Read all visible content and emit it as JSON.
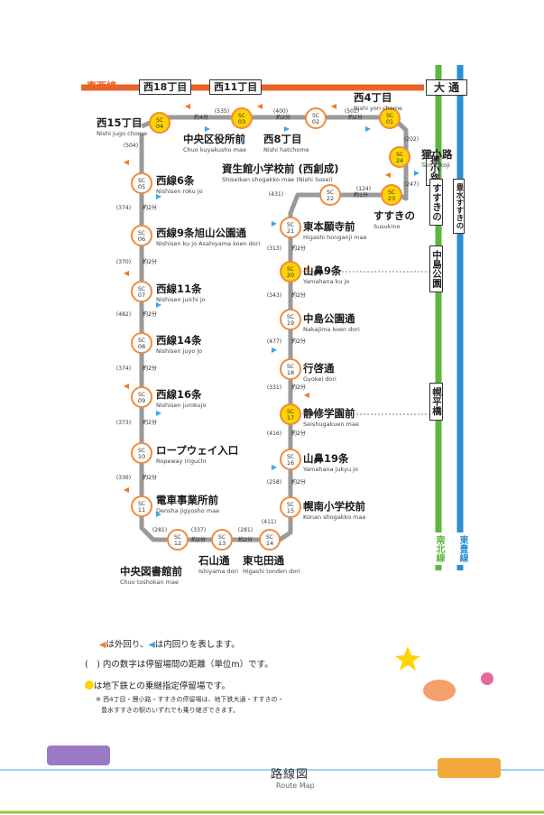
{
  "lines": {
    "tozai": "東西線",
    "odori": "大 通",
    "nanboku": "南北線",
    "toho": "東豊線",
    "nishi18": "西18丁目",
    "nishi11": "西11丁目",
    "tanukikoji_box": "狸小路",
    "susukino_v": "すすきの",
    "nakajima_v": "中島公園",
    "horohira_v": "幌平橋",
    "hosui_v": "豊水すすきの"
  },
  "stations": [
    {
      "code": "SC\n04",
      "jp": "西15丁目",
      "rm": "Nishi jugo chome",
      "transfer": true
    },
    {
      "code": "SC\n03",
      "jp": "中央区役所前",
      "rm": "Chuo kuyakusho mae",
      "transfer": true
    },
    {
      "code": "SC\n02",
      "jp": "西8丁目",
      "rm": "Nishi hatchome",
      "transfer": false
    },
    {
      "code": "SC\n01",
      "jp": "西4丁目",
      "rm": "Nishi yon chome",
      "transfer": true
    },
    {
      "code": "SC\n24",
      "jp": "狸小路",
      "rm": "Tanukikoji",
      "transfer": true
    },
    {
      "code": "SC\n23",
      "jp": "すすきの",
      "rm": "Susukino",
      "transfer": true
    },
    {
      "code": "SC\n22",
      "jp": "資生館小学校前 (西創成)",
      "rm": "Shiseikan shogakko mae (Nishi Sosei)",
      "transfer": false
    },
    {
      "code": "SC\n21",
      "jp": "東本願寺前",
      "rm": "Higashi honganji mae",
      "transfer": false
    },
    {
      "code": "SC\n20",
      "jp": "山鼻9条",
      "rm": "Yamahana ku jo",
      "transfer": true
    },
    {
      "code": "SC\n19",
      "jp": "中島公園通",
      "rm": "Nakajima koen dori",
      "transfer": false
    },
    {
      "code": "SC\n18",
      "jp": "行啓通",
      "rm": "Gyokei dori",
      "transfer": false
    },
    {
      "code": "SC\n17",
      "jp": "静修学園前",
      "rm": "Seishugakuen mae",
      "transfer": true
    },
    {
      "code": "SC\n16",
      "jp": "山鼻19条",
      "rm": "Yamahana jukyu jo",
      "transfer": false
    },
    {
      "code": "SC\n15",
      "jp": "幌南小学校前",
      "rm": "Konan shogakko mae",
      "transfer": false
    },
    {
      "code": "SC\n14",
      "jp": "東屯田通",
      "rm": "Higashi tonden dori",
      "transfer": false
    },
    {
      "code": "SC\n13",
      "jp": "石山通",
      "rm": "Ishiyama dori",
      "transfer": false
    },
    {
      "code": "SC\n12",
      "jp": "中央図書館前",
      "rm": "Chuo toshokan mae",
      "transfer": false
    },
    {
      "code": "SC\n11",
      "jp": "電車事業所前",
      "rm": "Densha jigyosho mae",
      "transfer": false
    },
    {
      "code": "SC\n10",
      "jp": "ロープウェイ入口",
      "rm": "Ropeway iriguchi",
      "transfer": false
    },
    {
      "code": "SC\n09",
      "jp": "西線16条",
      "rm": "Nishisen jurokujo",
      "transfer": false
    },
    {
      "code": "SC\n08",
      "jp": "西線14条",
      "rm": "Nishisen juyo jo",
      "transfer": false
    },
    {
      "code": "SC\n07",
      "jp": "西線11条",
      "rm": "Nishisen juichi jo",
      "transfer": false
    },
    {
      "code": "SC\n06",
      "jp": "西線9条旭山公園通",
      "rm": "Nishisen ku jo Asahiyama koen dori",
      "transfer": false
    },
    {
      "code": "SC\n05",
      "jp": "西線6条",
      "rm": "Nishisen roku jo",
      "transfer": false
    }
  ],
  "distances": [
    "(535)",
    "(400)",
    "(501)",
    "(202)",
    "(247)",
    "(124)",
    "(431)",
    "(313)",
    "(343)",
    "(477)",
    "(331)",
    "(416)",
    "(258)",
    "(411)",
    "(281)",
    "(337)",
    "(281)",
    "(336)",
    "(373)",
    "(374)",
    "(482)",
    "(370)",
    "(374)",
    "(504)"
  ],
  "time_label": "約2分",
  "time_label_alt": "約1分",
  "time_label_4": "約4分",
  "legend": {
    "outer": "は外回り、",
    "inner": "は内回りを表します。",
    "parens": "(　) 内の数字は停留場間の距離（単位m）です。",
    "transfer": "は地下鉄との乗継指定停留場です。",
    "note1": "※ 西4丁目・狸小路・すすきの停留場は、地下鉄大通・すすきの・",
    "note2": "豊水すすきの駅のいずれでも乗り継ぎできます。"
  },
  "footer": {
    "title": "路線図",
    "subtitle": "Route Map"
  },
  "colors": {
    "tozai": "#e8652a",
    "nanboku": "#5bb83a",
    "toho": "#2a8fd6",
    "track": "#9a9a9a",
    "outer_arrow": "#f07a28",
    "inner_arrow": "#3aa8e8",
    "transfer_fill": "#ffd400",
    "station_ring": "#f08a3a"
  }
}
